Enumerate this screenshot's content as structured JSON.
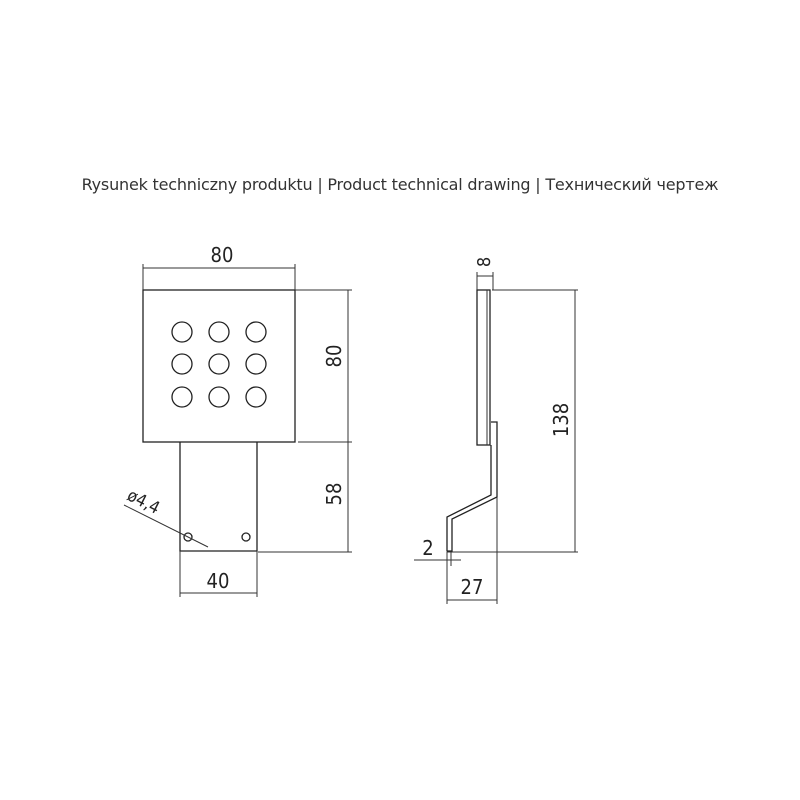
{
  "title": "Rysunek techniczny produktu | Product technical drawing | Технический чертеж",
  "front_view": {
    "width_label": "80",
    "height_label": "80",
    "bracket_height_label": "58",
    "bracket_width_label": "40",
    "hole_label": "ø4,4",
    "led_grid": {
      "rows": 3,
      "cols": 3
    }
  },
  "side_view": {
    "thickness_label": "8",
    "total_height_label": "138",
    "sheet_thickness_label": "2",
    "depth_label": "27"
  }
}
